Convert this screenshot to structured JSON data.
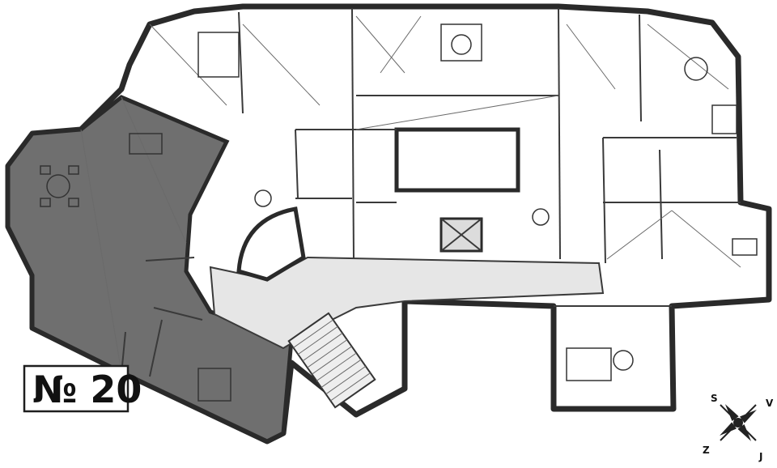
{
  "plan": {
    "unit_label": "№ 20",
    "colors": {
      "background": "#ffffff",
      "unit_highlight": "#6f6f6f",
      "apartments": "#cfcfcf",
      "corridor": "#e4e4e4",
      "walls": "#2a2a2a"
    },
    "compass": {
      "north": "S",
      "east": "V",
      "south": "J",
      "west": "Z"
    }
  }
}
